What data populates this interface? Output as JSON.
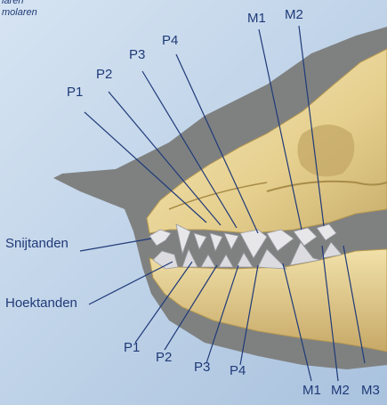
{
  "top_notes": [
    "laren",
    "molaren"
  ],
  "labels": {
    "snijtanden": "Snijtanden",
    "hoektanden": "Hoektanden",
    "upper": [
      "P1",
      "P2",
      "P3",
      "P4",
      "M1",
      "M2"
    ],
    "lower": [
      "P1",
      "P2",
      "P3",
      "P4",
      "M1",
      "M2",
      "M3"
    ]
  },
  "colors": {
    "background": "#bcd0e6",
    "shadow": "#7f8181",
    "bone": "#ead9a0",
    "bone_dark": "#c9ae6c",
    "teeth": "#e7e7ea",
    "text": "#1f3a78",
    "leader_lines": "#1f3a78"
  }
}
